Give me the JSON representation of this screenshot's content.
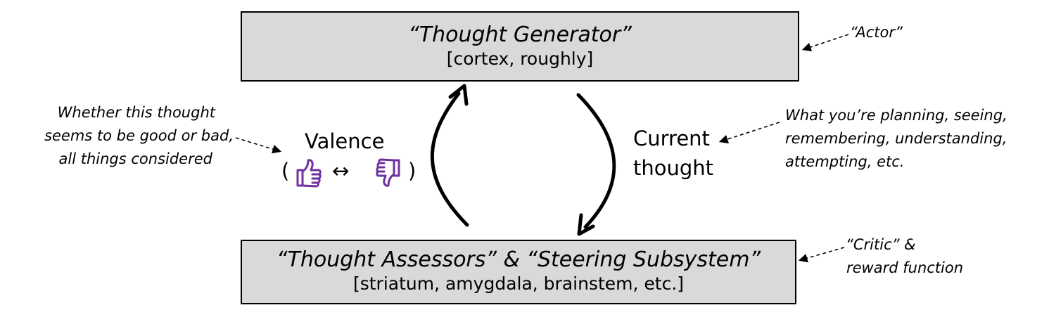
{
  "top_box": {
    "title": "“Thought Generator”",
    "subtitle": "[cortex, roughly]"
  },
  "bottom_box": {
    "title": "“Thought Assessors” & “Steering Subsystem”",
    "subtitle": "[striatum, amygdala, brainstem, etc.]"
  },
  "actor_note": "“Actor”",
  "critic_note": {
    "lines": [
      "“Critic” &",
      "reward function"
    ]
  },
  "valence": {
    "label": "Valence",
    "open_paren": "(",
    "double_arrow": "↔",
    "close_paren": ")",
    "thumbs_up_icon": "thumbs-up",
    "thumbs_down_icon": "thumbs-down",
    "icon_color": "#7030a0"
  },
  "valence_note": {
    "lines": [
      "Whether this thought",
      "seems to be good or bad,",
      "all things considered"
    ]
  },
  "current_thought": {
    "lines": [
      "Current",
      "thought"
    ]
  },
  "current_thought_note": {
    "lines": [
      "What you’re planning, seeing,",
      "remembering, understanding,",
      "attempting, etc."
    ]
  }
}
